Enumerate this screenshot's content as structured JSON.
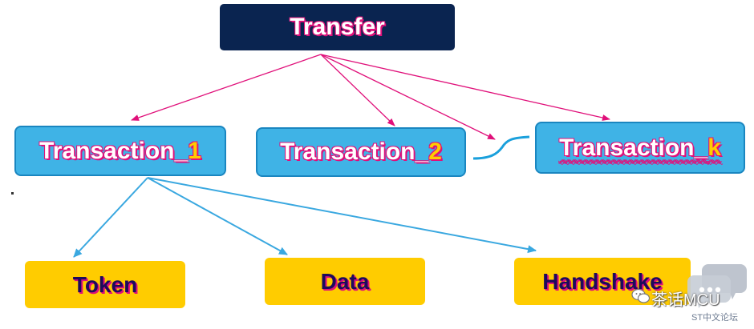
{
  "diagram": {
    "root": {
      "label": "Transfer"
    },
    "transactions": [
      {
        "prefix": "Transaction_",
        "index": "1"
      },
      {
        "prefix": "Transaction_",
        "index": "2"
      },
      {
        "prefix": "Transaction_",
        "index": "k"
      }
    ],
    "packets": [
      {
        "label": "Token"
      },
      {
        "label": "Data"
      },
      {
        "label": "Handshake"
      }
    ]
  },
  "watermark": {
    "title": "茶话MCU",
    "subtitle": "ST中文论坛"
  },
  "colors": {
    "root_fill": "#0a2450",
    "transaction_fill": "#3fb3e6",
    "packet_fill": "#ffcc00",
    "arrow_magenta": "#e0107a",
    "arrow_blue": "#3aa8e0",
    "accent_index": "#ffcc00"
  }
}
